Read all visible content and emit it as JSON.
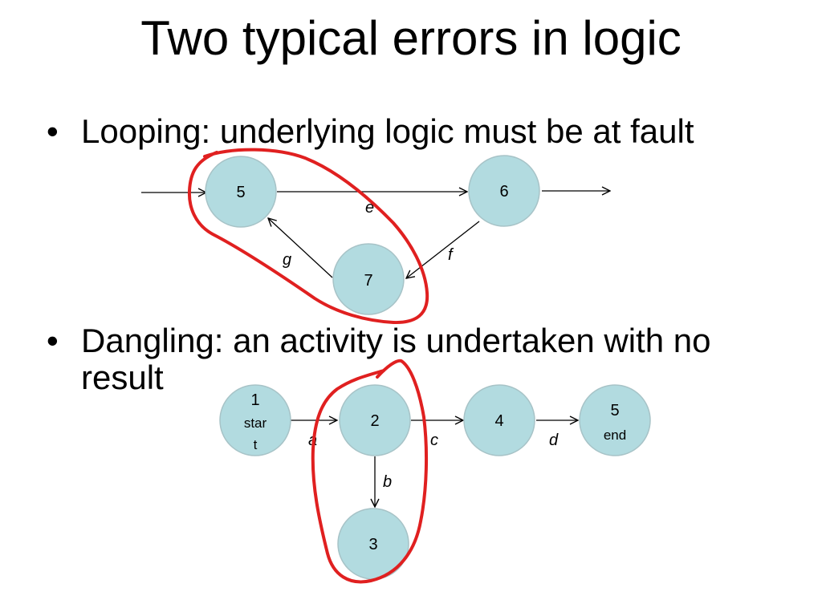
{
  "slide": {
    "title": "Two typical errors in logic",
    "bullets": [
      {
        "marker": "•",
        "text": "Looping: underlying logic must be at fault"
      },
      {
        "marker": "•",
        "text": "Dangling: an activity is undertaken with no result"
      }
    ]
  },
  "looping_diagram": {
    "nodes": [
      {
        "id": "5",
        "label": "5"
      },
      {
        "id": "6",
        "label": "6"
      },
      {
        "id": "7",
        "label": "7"
      }
    ],
    "edges": [
      {
        "from": "5",
        "to": "6",
        "label": "e"
      },
      {
        "from": "6",
        "to": "7",
        "label": "f"
      },
      {
        "from": "7",
        "to": "5",
        "label": "g"
      }
    ],
    "annotation": "hand-drawn red loop around 5 and 7"
  },
  "dangling_diagram": {
    "nodes": [
      {
        "id": "1",
        "label": "1",
        "sub": [
          "star",
          "t"
        ]
      },
      {
        "id": "2",
        "label": "2"
      },
      {
        "id": "4",
        "label": "4"
      },
      {
        "id": "5",
        "label": "5",
        "sub": [
          "end"
        ]
      },
      {
        "id": "3",
        "label": "3"
      }
    ],
    "edges": [
      {
        "from": "1",
        "to": "2",
        "label": "a"
      },
      {
        "from": "2",
        "to": "4",
        "label": "c"
      },
      {
        "from": "4",
        "to": "5",
        "label": "d"
      },
      {
        "from": "2",
        "to": "3",
        "label": "b"
      }
    ],
    "annotation": "hand-drawn red loop around 2 and 3"
  },
  "colors": {
    "node_fill": "#b2dbe0",
    "node_stroke": "#a7c3c7",
    "annotation": "#e02020",
    "text": "#000000"
  }
}
